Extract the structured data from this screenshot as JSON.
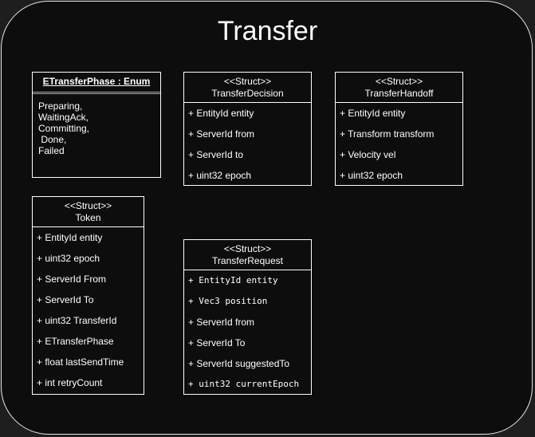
{
  "title": "Transfer",
  "enum": {
    "name": "ETransferPhase : Enum",
    "values": [
      "Preparing,",
      "WaitingAck,",
      "Committing,",
      " Done,",
      "Failed"
    ]
  },
  "decision": {
    "stereotype": "<<Struct>>",
    "name": "TransferDecision",
    "fields": [
      "+ EntityId entity",
      "+ ServerId from",
      "+ ServerId to",
      "+ uint32 epoch"
    ]
  },
  "handoff": {
    "stereotype": "<<Struct>>",
    "name": "TransferHandoff",
    "fields": [
      "+ EntityId entity",
      "+ Transform transform",
      "+ Velocity vel",
      "+ uint32 epoch"
    ]
  },
  "token": {
    "stereotype": "<<Struct>>",
    "name": "Token",
    "fields": [
      "+ EntityId entity",
      "+ uint32 epoch",
      "+ ServerId From",
      "+ ServerId To",
      "+ uint32 TransferId",
      "+ ETransferPhase",
      "+ float lastSendTime",
      "+ int retryCount"
    ]
  },
  "request": {
    "stereotype": "<<Struct>>",
    "name": "TransferRequest",
    "fields": [
      "+ EntityId entity",
      "+ Vec3 position",
      "+ ServerId from",
      "+ ServerId To",
      "+ ServerId suggestedTo",
      "+ uint32 currentEpoch"
    ]
  }
}
